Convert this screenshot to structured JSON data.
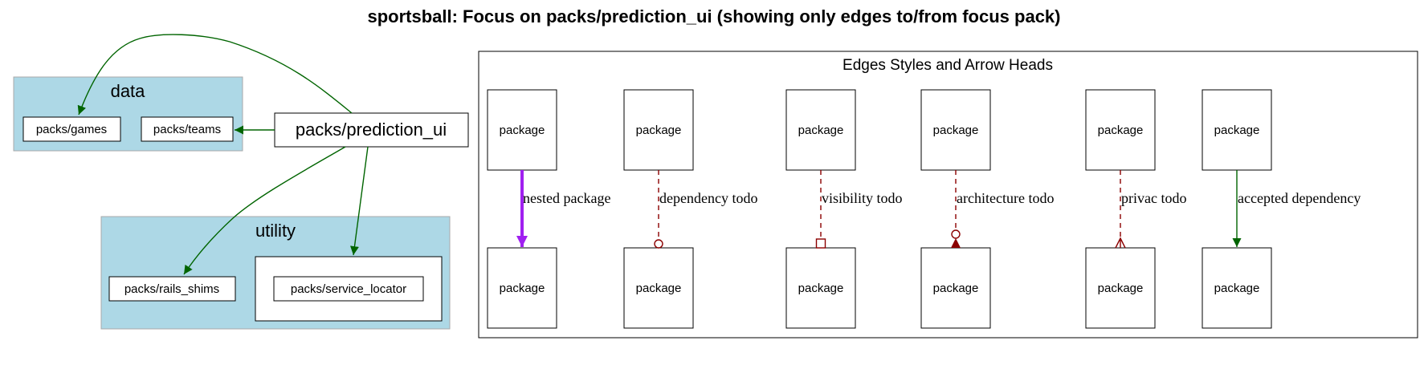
{
  "title": "sportsball: Focus on packs/prediction_ui (showing only edges to/from focus pack)",
  "clusters": {
    "data": {
      "label": "data",
      "fill": "#add8e6"
    },
    "utility": {
      "label": "utility",
      "fill": "#add8e6"
    }
  },
  "nodes": {
    "focus": "packs/prediction_ui",
    "games": "packs/games",
    "teams": "packs/teams",
    "rails_shims": "packs/rails_shims",
    "service_locator": "packs/service_locator"
  },
  "edge_color": "#006400",
  "legend": {
    "title": "Edges Styles and Arrow Heads",
    "node_label": "package",
    "edges": [
      {
        "label": "nested package",
        "color": "#a020f0",
        "style": "solid-bold",
        "arrowhead": "normal"
      },
      {
        "label": "dependency todo",
        "color": "#8b0000",
        "style": "dashed",
        "arrowhead": "odot"
      },
      {
        "label": "visibility todo",
        "color": "#8b0000",
        "style": "dashed",
        "arrowhead": "obox"
      },
      {
        "label": "architecture todo",
        "color": "#8b0000",
        "style": "dashed",
        "arrowhead": "odot-normal"
      },
      {
        "label": "privac todo",
        "color": "#8b0000",
        "style": "dashed",
        "arrowhead": "crow"
      },
      {
        "label": "accepted dependency",
        "color": "#006400",
        "style": "solid",
        "arrowhead": "normal"
      }
    ]
  }
}
